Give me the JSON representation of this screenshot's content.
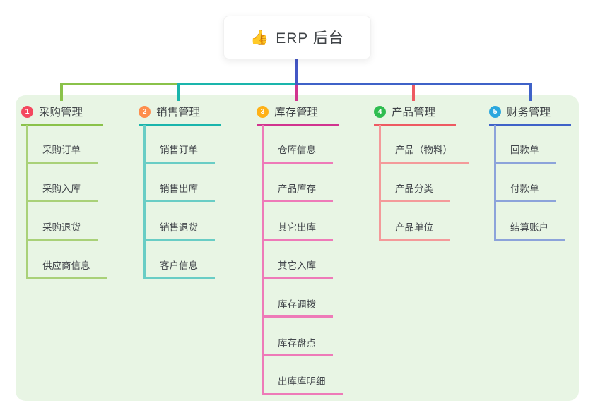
{
  "root": {
    "icon": "👍",
    "label": "ERP 后台"
  },
  "colors": {
    "panel_bg": "#e8f5e4",
    "trunk": "#4457c5",
    "text_dark": "#3f4347"
  },
  "branches": [
    {
      "num": "1",
      "label": "采购管理",
      "badge_color": "#f4485f",
      "line_color": "#8ac24a",
      "child_line_color": "#a9d178",
      "children": [
        "采购订单",
        "采购入库",
        "采购退货",
        "供应商信息"
      ]
    },
    {
      "num": "2",
      "label": "销售管理",
      "badge_color": "#fe8e4d",
      "line_color": "#1ab5ac",
      "child_line_color": "#69cdc5",
      "children": [
        "销售订单",
        "销售出库",
        "销售退货",
        "客户信息"
      ]
    },
    {
      "num": "3",
      "label": "库存管理",
      "badge_color": "#feb117",
      "line_color": "#d1348f",
      "child_line_color": "#ee7ab8",
      "children": [
        "仓库信息",
        "产品库存",
        "其它出库",
        "其它入库",
        "库存调拨",
        "库存盘点",
        "出库库明细"
      ]
    },
    {
      "num": "4",
      "label": "产品管理",
      "badge_color": "#2fbd50",
      "line_color": "#ee5a62",
      "child_line_color": "#f49a9a",
      "children": [
        "产品（物料）",
        "产品分类",
        "产品单位"
      ]
    },
    {
      "num": "5",
      "label": "财务管理",
      "badge_color": "#2aa7de",
      "line_color": "#3f62c8",
      "child_line_color": "#8ca3da",
      "children": [
        "回款单",
        "付款单",
        "结算账户"
      ]
    }
  ]
}
